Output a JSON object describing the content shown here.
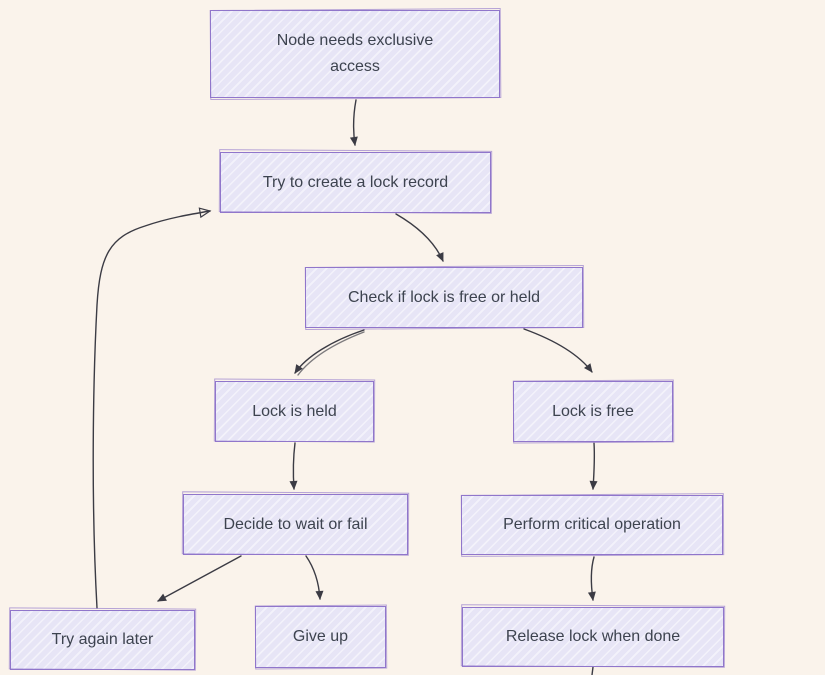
{
  "canvas": {
    "background": "#faf3eb"
  },
  "colors": {
    "node_fill": "#e7e5f6",
    "node_border": "#9076cb",
    "arrow_stroke": "#3b3b44",
    "text": "#3d434f"
  },
  "nodes": {
    "needs_access": {
      "label": "Node needs exclusive access"
    },
    "create_lock": {
      "label": "Try to create a lock record"
    },
    "check_lock": {
      "label": "Check if lock is free or held"
    },
    "lock_held": {
      "label": "Lock is held"
    },
    "lock_free": {
      "label": "Lock is free"
    },
    "decide": {
      "label": "Decide to wait or fail"
    },
    "perform": {
      "label": "Perform critical operation"
    },
    "try_again": {
      "label": "Try again later"
    },
    "give_up": {
      "label": "Give up"
    },
    "release": {
      "label": "Release lock when done"
    }
  },
  "edges": [
    {
      "from": "needs_access",
      "to": "create_lock",
      "arrowhead": "filled"
    },
    {
      "from": "create_lock",
      "to": "check_lock",
      "arrowhead": "filled"
    },
    {
      "from": "check_lock",
      "to": "lock_held",
      "arrowhead": "filled"
    },
    {
      "from": "check_lock",
      "to": "lock_free",
      "arrowhead": "filled"
    },
    {
      "from": "lock_held",
      "to": "decide",
      "arrowhead": "filled"
    },
    {
      "from": "lock_free",
      "to": "perform",
      "arrowhead": "filled"
    },
    {
      "from": "decide",
      "to": "try_again",
      "arrowhead": "filled"
    },
    {
      "from": "decide",
      "to": "give_up",
      "arrowhead": "filled"
    },
    {
      "from": "perform",
      "to": "release",
      "arrowhead": "filled"
    },
    {
      "from": "try_again",
      "to": "create_lock",
      "arrowhead": "open"
    },
    {
      "from": "release",
      "to": "offscreen-below",
      "arrowhead": "none"
    }
  ]
}
